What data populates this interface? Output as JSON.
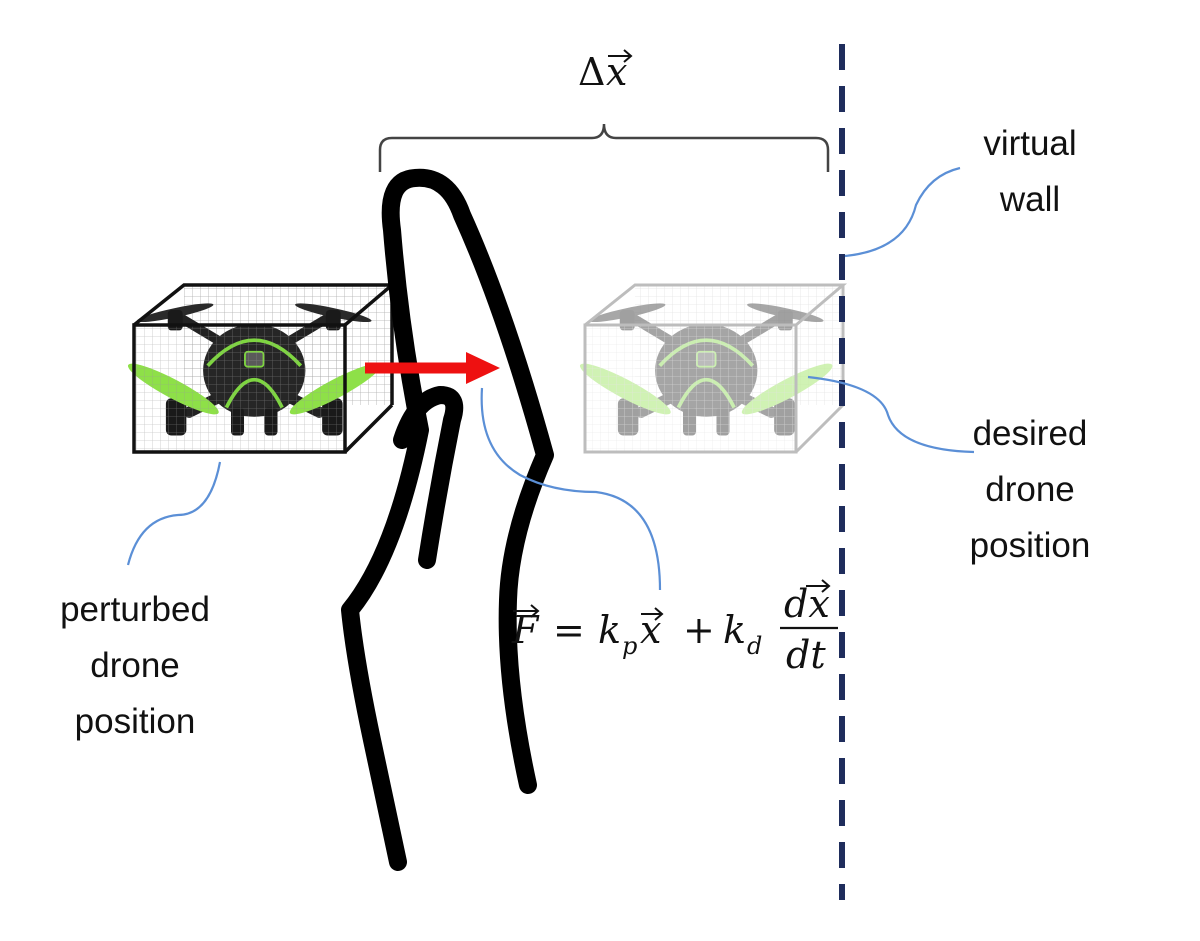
{
  "labels": {
    "delta_x": "Δx⃗",
    "virtual_wall": [
      "virtual",
      "wall"
    ],
    "desired_position": [
      "desired",
      "drone",
      "position"
    ],
    "perturbed_position": [
      "perturbed",
      "drone",
      "position"
    ]
  },
  "equation": {
    "lhs": "F",
    "equals": "=",
    "kp": "k",
    "kp_sub": "p",
    "x": "x",
    "plus": "+",
    "kd": "k",
    "kd_sub": "d",
    "num": "dx",
    "den": "dt"
  },
  "colors": {
    "wall": "#1f2d5c",
    "arrow": "#ee1111",
    "leader": "#5b8fd6",
    "hand": "#000000",
    "propeller": "#8ee048",
    "frame": "#111111",
    "ghost": "#999999"
  },
  "icons": {
    "perturbed_drone": "drone-icon",
    "desired_drone": "drone-icon",
    "hand": "hand-outline-icon",
    "force_arrow": "arrow-right-icon"
  }
}
